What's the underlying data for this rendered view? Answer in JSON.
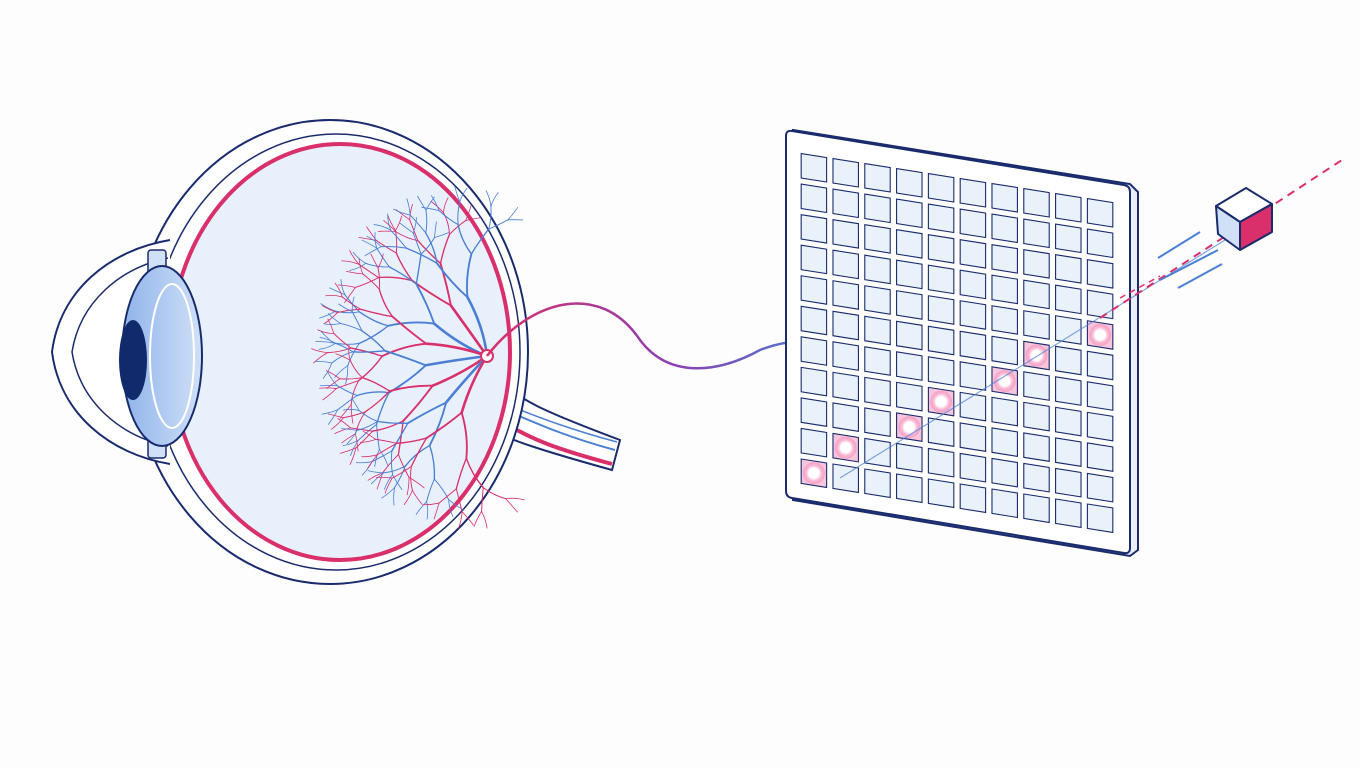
{
  "colors": {
    "background": "#fdfdfe",
    "outline": "#1a2b6d",
    "retina_pink": "#d9306b",
    "vessel_blue": "#4a7fd4",
    "eye_fill": "#e8f0fc",
    "cell_fill": "#e9f1fb",
    "cell_stroke": "#1a2b6d",
    "active_cell_fill": "#f7c6dd",
    "active_cell_glow": "#ffffff",
    "cube_light": "#cfe0f7",
    "cube_pink": "#d9306b"
  },
  "icons": {
    "eye": "eye-cross-section-icon",
    "optic_disc": "optic-disc-marker-icon",
    "sensor_grid": "pixel-sensor-grid-icon",
    "object": "cube-object-icon"
  },
  "grid": {
    "rows": 11,
    "columns": 10,
    "active_cells": [
      {
        "row": 10,
        "col": 0
      },
      {
        "row": 9,
        "col": 1
      },
      {
        "row": 8,
        "col": 3
      },
      {
        "row": 7,
        "col": 4
      },
      {
        "row": 6,
        "col": 6
      },
      {
        "row": 5,
        "col": 7
      },
      {
        "row": 4,
        "col": 9
      }
    ]
  }
}
